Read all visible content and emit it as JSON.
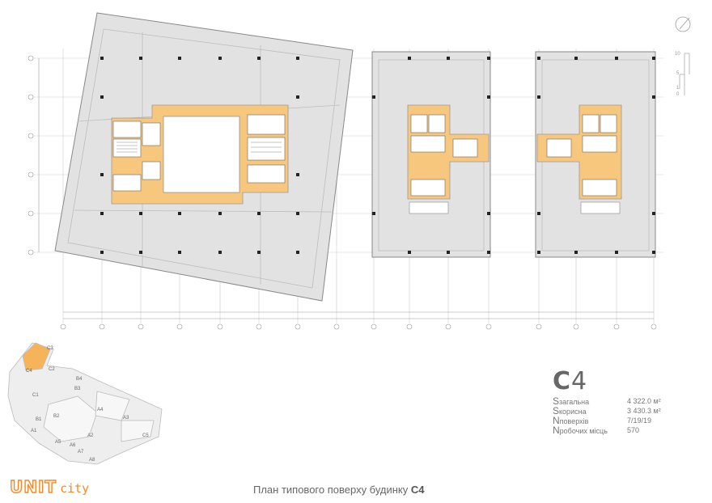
{
  "building": {
    "letter": "C",
    "number": "4"
  },
  "stats": [
    {
      "cap": "S",
      "label": "загальна",
      "value": "4 322.0 м²"
    },
    {
      "cap": "S",
      "label": "корисна",
      "value": "3 430.3 м²"
    },
    {
      "cap": "N",
      "label": "поверхів",
      "value": "7/19/19"
    },
    {
      "cap": "N",
      "label": "робочих місць",
      "value": "570"
    }
  ],
  "caption": {
    "text": "План типового поверху будинку ",
    "bold": "C4"
  },
  "logo": {
    "main": "UNIT",
    "sub": "city"
  },
  "scale_bar": {
    "ticks": [
      "10",
      "5",
      "1",
      "0"
    ]
  },
  "key_plan_labels": [
    "C4",
    "C3",
    "C2",
    "C1",
    "B4",
    "B3",
    "B2",
    "B1",
    "A4",
    "A3",
    "A2",
    "A1",
    "A5",
    "A6",
    "A7",
    "A8",
    "C5"
  ],
  "colors": {
    "core": "#f7c77d",
    "floor": "#e2e2e2",
    "accent": "#f08a2a",
    "line": "#888888"
  }
}
